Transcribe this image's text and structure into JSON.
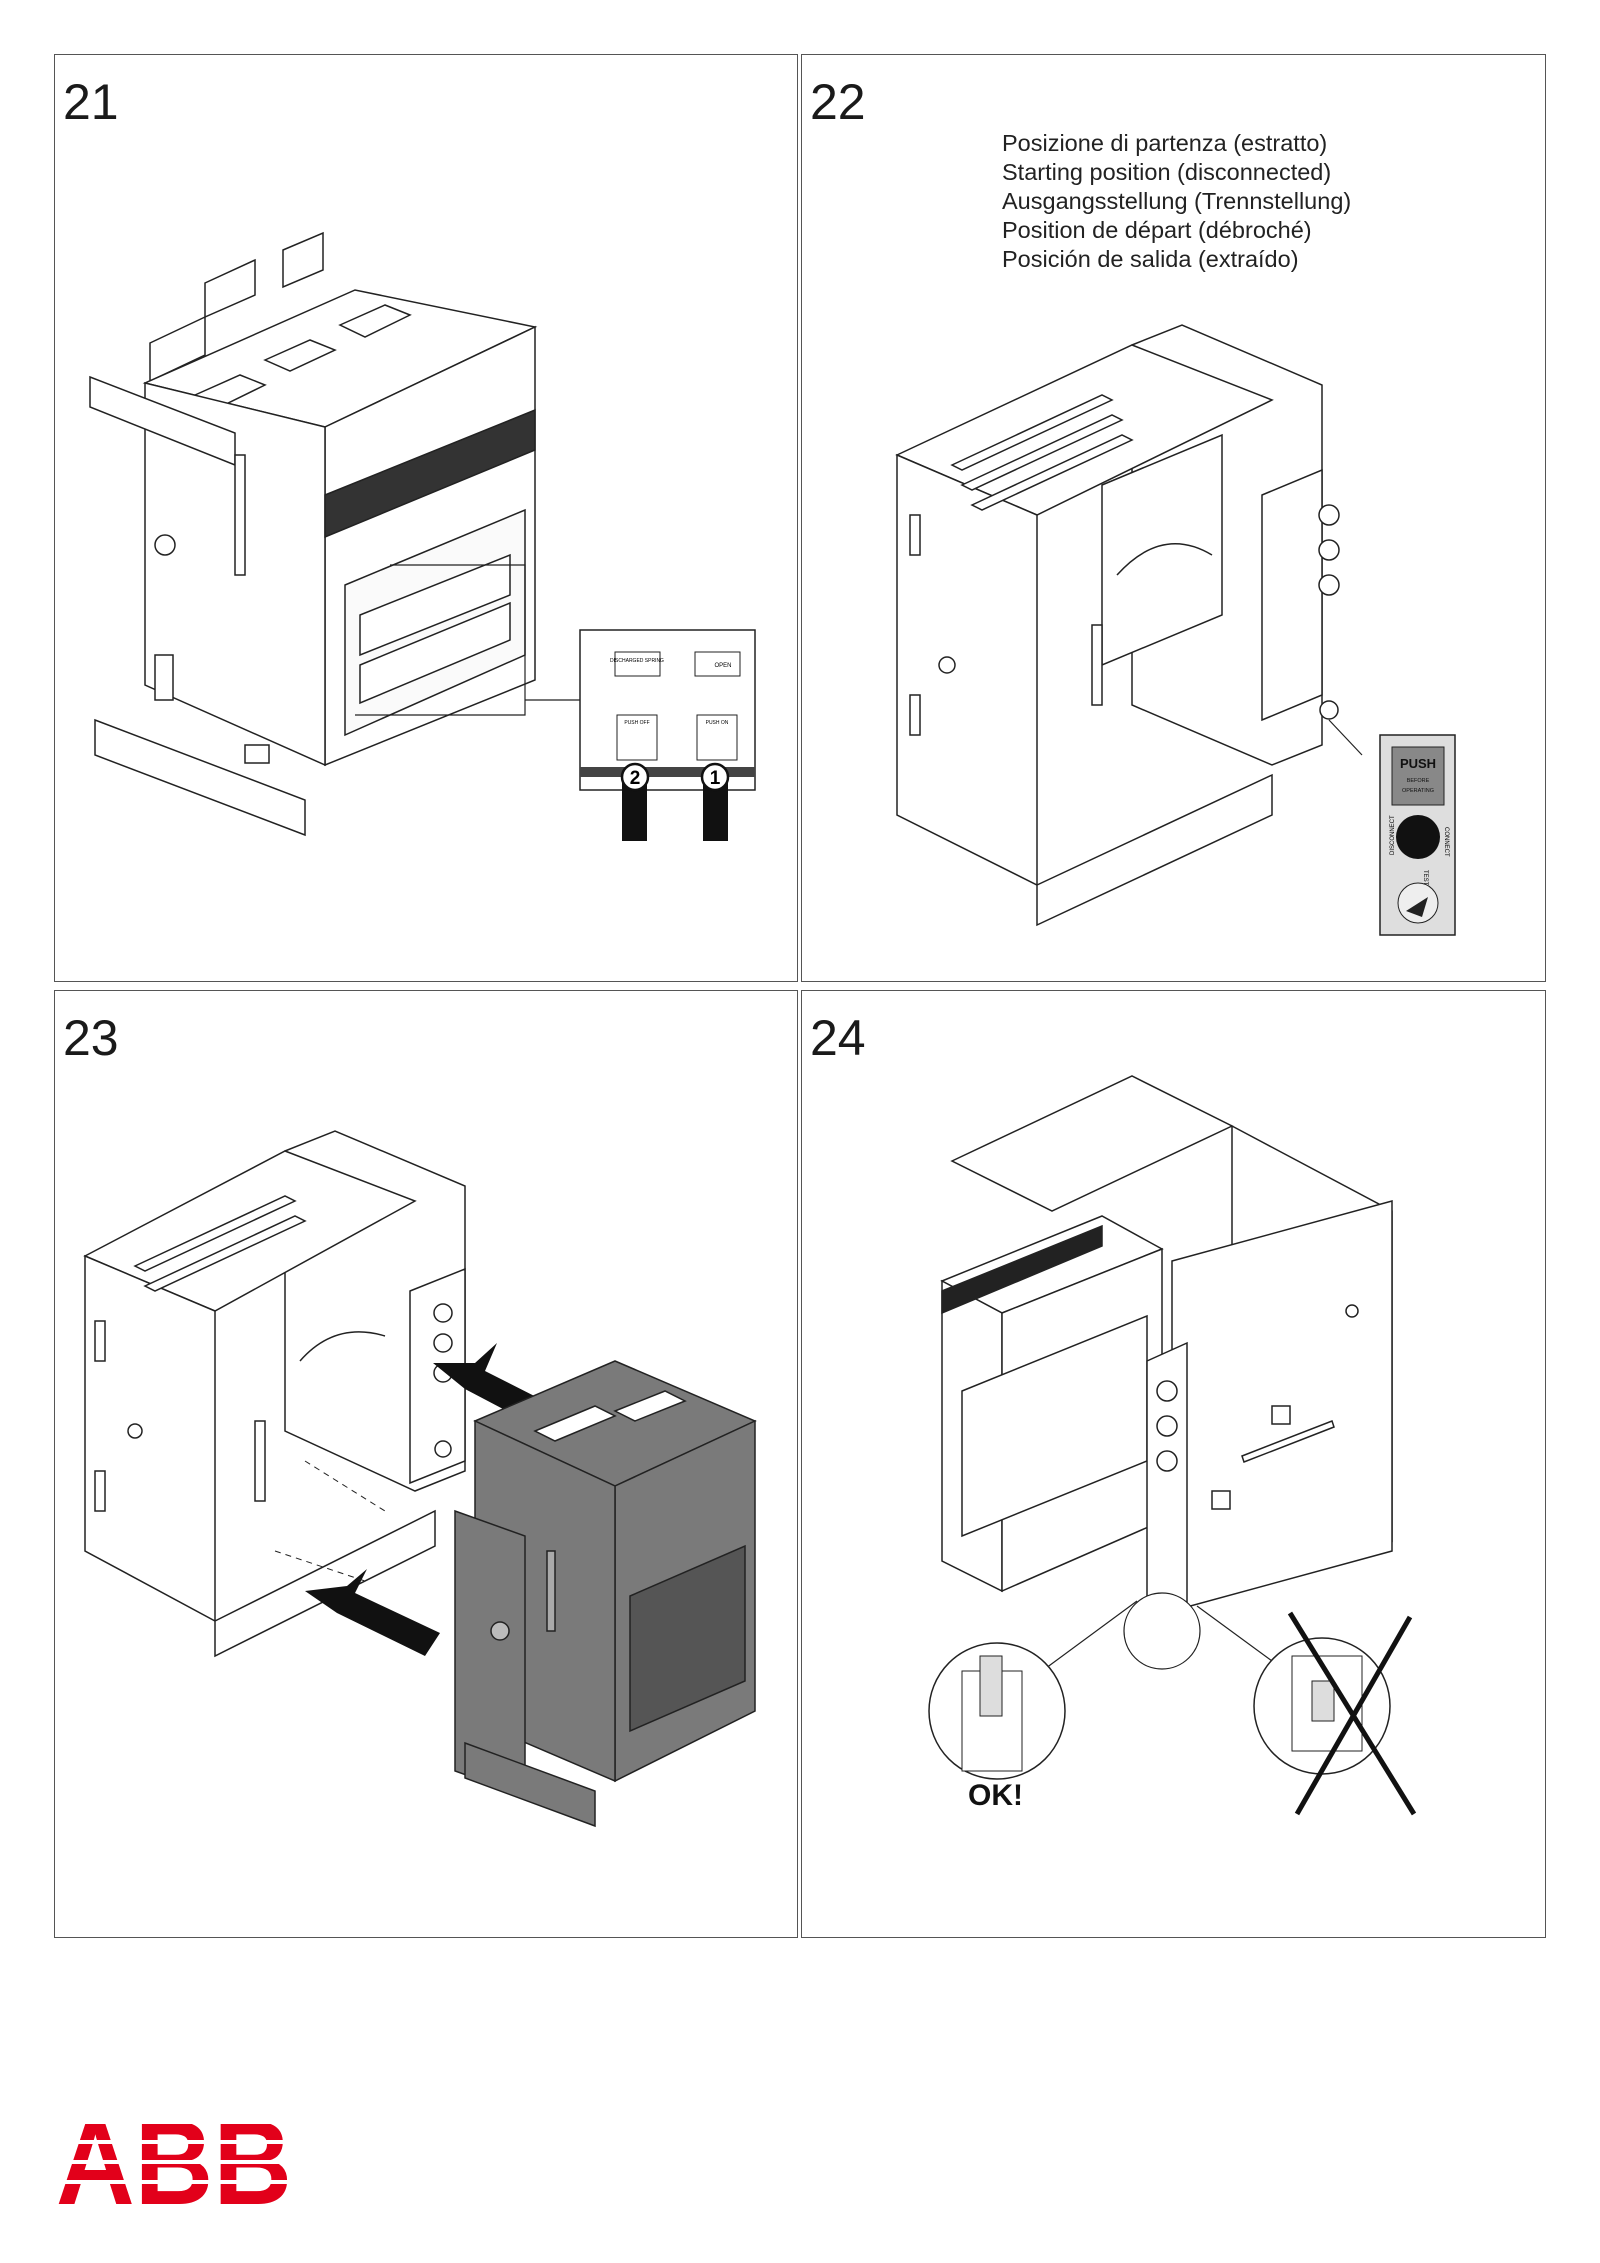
{
  "steps": [
    {
      "number": "21",
      "inset_labels": {
        "button_1": "1",
        "button_2": "2",
        "push_off": "PUSH OFF",
        "push_on": "PUSH ON",
        "open": "OPEN",
        "discharged": "DISCHARGED SPRING"
      }
    },
    {
      "number": "22",
      "caption_lines": [
        "Posizione di partenza (estratto)",
        "Starting position (disconnected)",
        "Ausgangsstellung  (Trennstellung)",
        "Position de départ (débroché)",
        "Posición de salida (extraído)"
      ],
      "inset_labels": {
        "push": "PUSH",
        "before": "BEFORE",
        "operating": "OPERATING",
        "test": "TEST",
        "disconnect": "DISCONNECT",
        "connect": "CONNECT"
      }
    },
    {
      "number": "23"
    },
    {
      "number": "24",
      "ok_label": "OK!"
    }
  ],
  "logo": {
    "text": "ABB",
    "color": "#e2001a"
  },
  "colors": {
    "line": "#222222",
    "panel_border": "#555555",
    "dark_fill": "#6e6e6e",
    "logo_red": "#e2001a"
  }
}
